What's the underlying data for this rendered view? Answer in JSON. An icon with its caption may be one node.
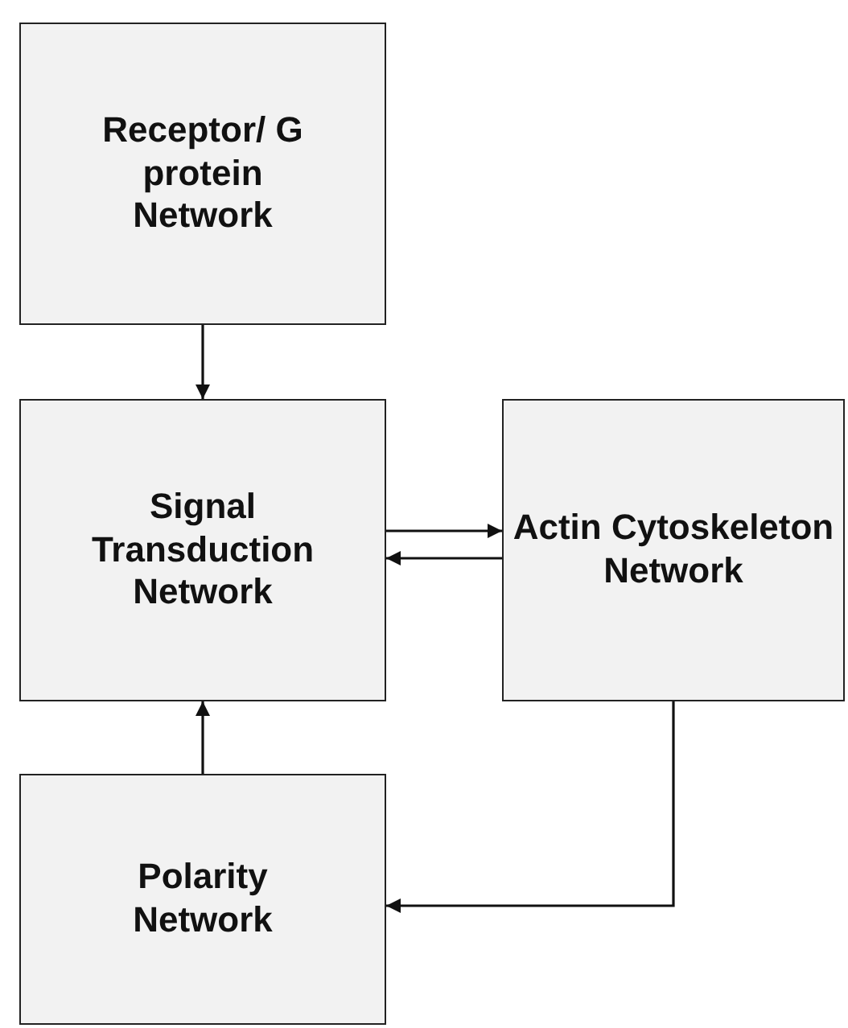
{
  "diagram": {
    "nodes": [
      {
        "text": [
          "Receptor/ G protein Network"
        ]
      },
      {
        "text": [
          "Signal Transduction Network"
        ]
      },
      {
        "text": [
          "Actin Cytoskeleton Network"
        ]
      },
      {
        "text": [
          "Polarity Network"
        ]
      }
    ],
    "edges": [
      {
        "from": 0,
        "to": 1,
        "arrow": "to"
      },
      {
        "from": 1,
        "to": 2,
        "arrow": "to"
      },
      {
        "from": 2,
        "to": 1,
        "arrow": "to"
      },
      {
        "from": 3,
        "to": 1,
        "arrow": "to"
      },
      {
        "from": 2,
        "to": 3,
        "arrow": "to"
      }
    ]
  }
}
